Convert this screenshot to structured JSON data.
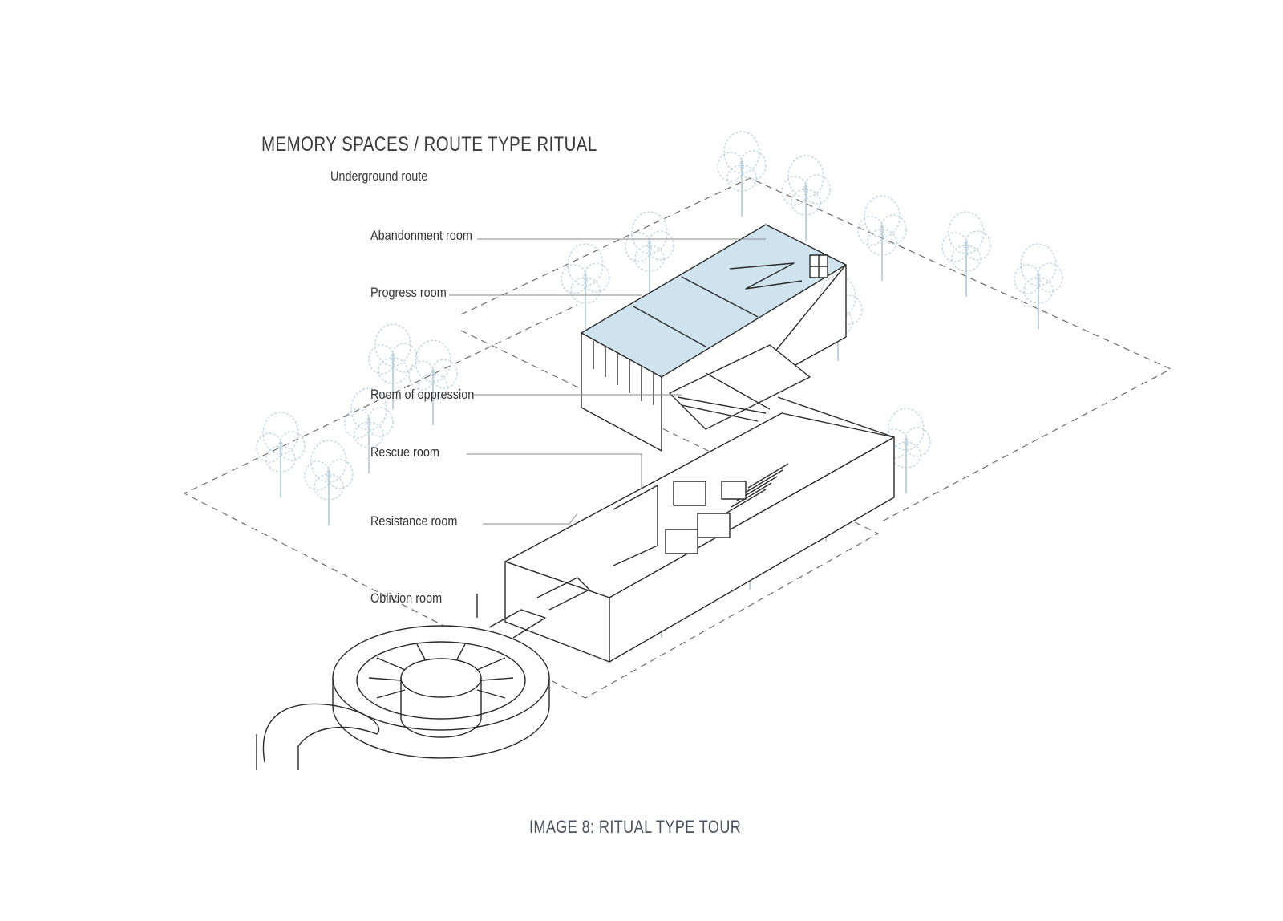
{
  "header": {
    "title": "MEMORY SPACES / ROUTE TYPE RITUAL",
    "subtitle": "Underground route"
  },
  "rooms": [
    {
      "id": "abandonment",
      "label": "Abandonment room"
    },
    {
      "id": "progress",
      "label": "Progress room"
    },
    {
      "id": "oppression",
      "label": "Room of oppression"
    },
    {
      "id": "rescue",
      "label": "Rescue room"
    },
    {
      "id": "resistance",
      "label": "Resistance room"
    },
    {
      "id": "oblivion",
      "label": "Oblivion room"
    }
  ],
  "caption": "IMAGE 8: RITUAL TYPE TOUR",
  "colors": {
    "line": "#2b2b2b",
    "leader": "#8a8a8a",
    "glass_fill": "#cfe3ef",
    "tree": "#a9c6d8",
    "dashed": "#6b6b6b"
  },
  "icons": {
    "tree": "tree-icon"
  }
}
